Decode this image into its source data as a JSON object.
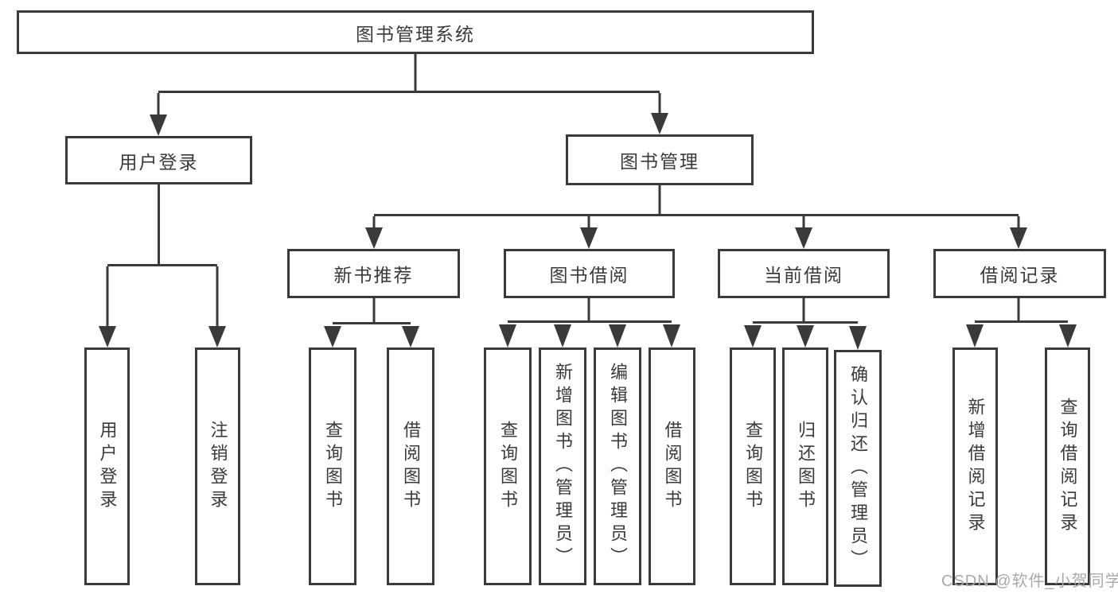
{
  "tree": {
    "label": "图书管理系统",
    "children": [
      {
        "label": "用户登录",
        "children": [
          {
            "label": "用户登录"
          },
          {
            "label": "注销登录"
          }
        ]
      },
      {
        "label": "图书管理",
        "children": [
          {
            "label": "新书推荐",
            "children": [
              {
                "label": "查询图书"
              },
              {
                "label": "借阅图书"
              }
            ]
          },
          {
            "label": "图书借阅",
            "children": [
              {
                "label": "查询图书"
              },
              {
                "label": "新增图书（管理员）"
              },
              {
                "label": "编辑图书（管理员）"
              },
              {
                "label": "借阅图书"
              }
            ]
          },
          {
            "label": "当前借阅",
            "children": [
              {
                "label": "查询图书"
              },
              {
                "label": "归还图书"
              },
              {
                "label": "确认归还（管理员）"
              }
            ]
          },
          {
            "label": "借阅记录",
            "children": [
              {
                "label": "新增借阅记录"
              },
              {
                "label": "查询借阅记录"
              }
            ]
          }
        ]
      }
    ]
  },
  "watermark": "CSDN @软件_小贺同学",
  "colors": {
    "line": "#3a3a3a",
    "text": "#3a3a3a",
    "background": "#ffffff",
    "watermark_text": "#a9a9a9"
  }
}
